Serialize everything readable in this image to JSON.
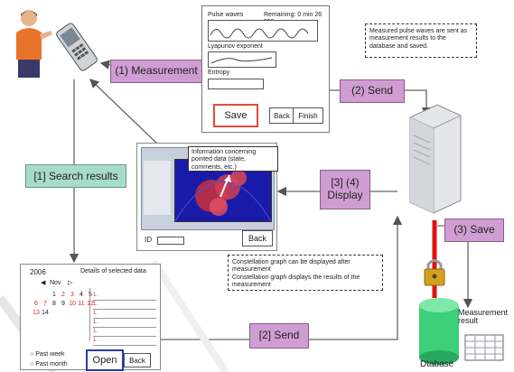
{
  "labels": {
    "measurement": "(1) Measurement",
    "send_2": "(2) Send",
    "search_results": "[1] Search results",
    "display": "[3] (4)\nDisplay",
    "save_3": "(3) Save",
    "send_2b": "[2] Send",
    "measurement_result": "Measurement result",
    "dtabase": "Dtabase"
  },
  "measure_panel": {
    "pulse_waves": "Pulse waves",
    "remaining": "Remaining: 0 min 26 sec",
    "lyapunov": "Lyapunov exponent",
    "entropy": "Entropy",
    "save": "Save",
    "back": "Back",
    "finish": "Finish"
  },
  "notes": {
    "top_right": "Measured pulse waves are sent as measurement results to the database and saved.",
    "middle_line1": "Constellation graph can be displayed after measurement",
    "middle_line2": "Constellation graph displays the results of the measurement"
  },
  "display_panel": {
    "info": "Information concerning pointed data (state, comments, etc.)",
    "id_label": "ID",
    "back": "Back"
  },
  "calendar_panel": {
    "year": "2006",
    "details": "Details of selected data",
    "month": "Nov",
    "rows": [
      [
        "",
        "",
        "1",
        "2",
        "3",
        "4",
        "5"
      ],
      [
        "6",
        "7",
        "8",
        "9",
        "10",
        "11",
        "12"
      ],
      [
        "13",
        "14",
        "",
        "",
        "",
        "",
        ""
      ]
    ],
    "past_week": "Past week",
    "past_month": "Past month",
    "open": "Open",
    "back": "Back"
  }
}
